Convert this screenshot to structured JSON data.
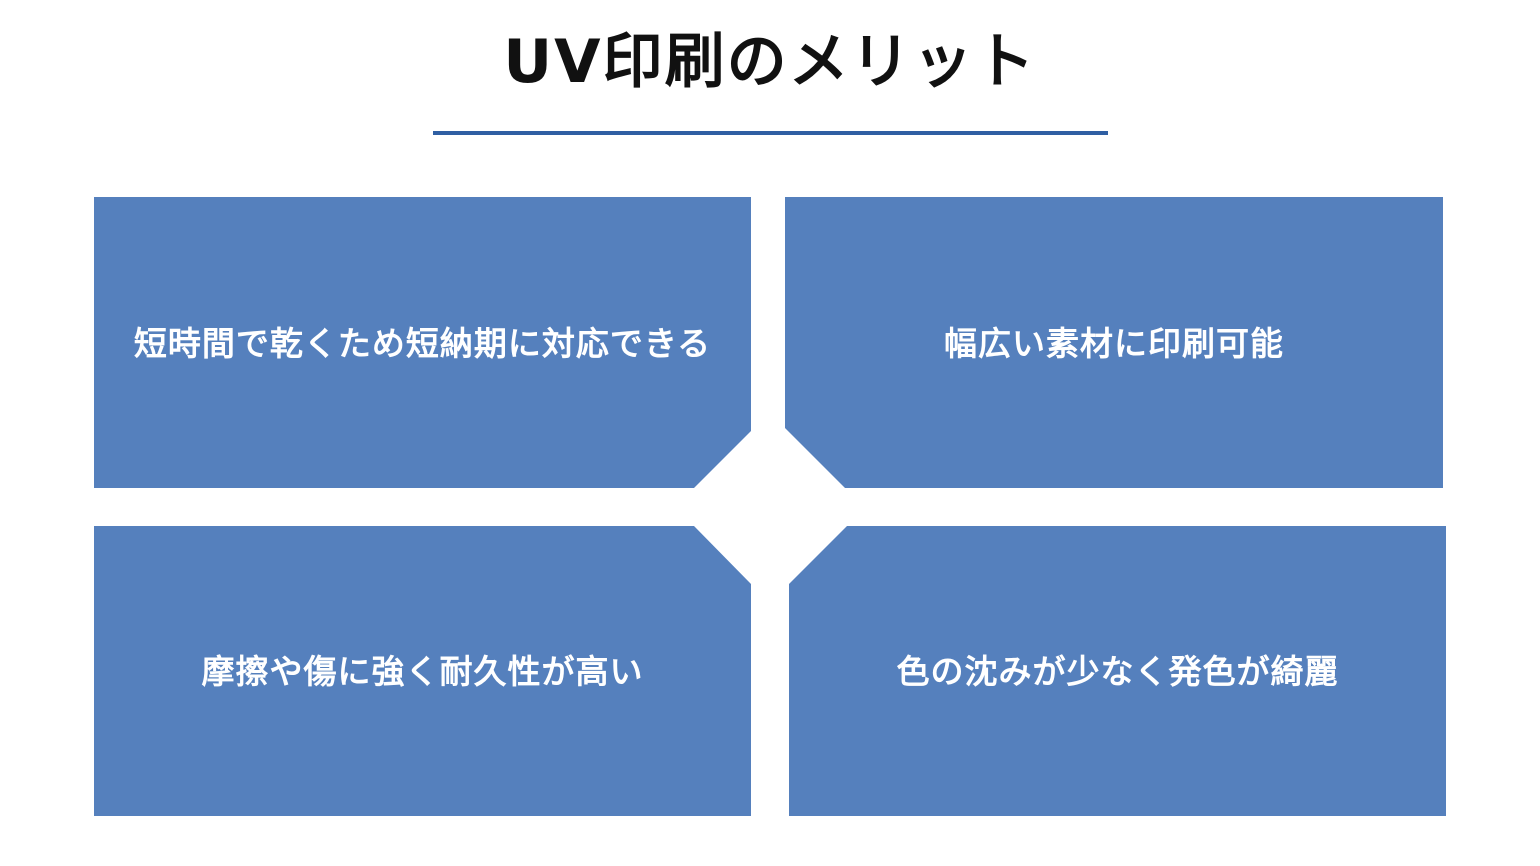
{
  "title": "UV印刷のメリット",
  "colors": {
    "panel": "#5580bd",
    "rule": "#2f5fa3",
    "title_text": "#111111",
    "panel_text": "#ffffff"
  },
  "merits": [
    "短時間で乾くため短納期に対応できる",
    "幅広い素材に印刷可能",
    "摩擦や傷に強く耐久性が高い",
    "色の沈みが少なく発色が綺麗"
  ]
}
